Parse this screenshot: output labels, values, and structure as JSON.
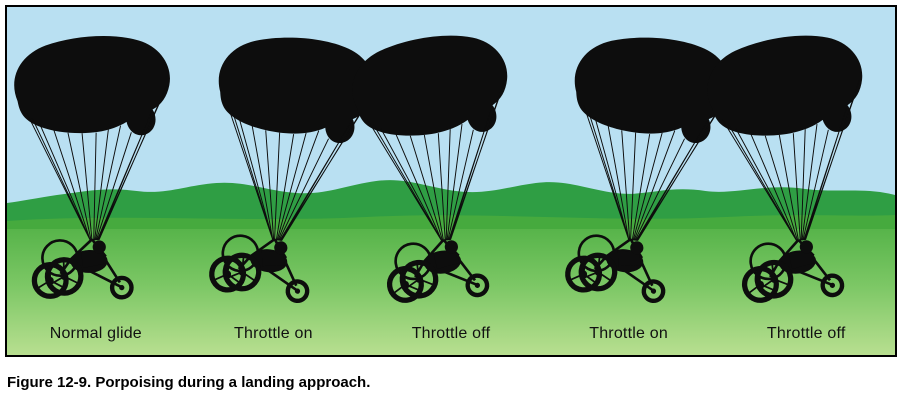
{
  "figure": {
    "caption": "Figure 12-9. Porpoising during a landing approach.",
    "panels": [
      {
        "label": "Normal glide"
      },
      {
        "label": "Throttle on"
      },
      {
        "label": "Throttle off"
      },
      {
        "label": "Throttle on"
      },
      {
        "label": "Throttle off"
      }
    ]
  },
  "icons": {
    "silhouette": "powered-parachute-silhouette"
  },
  "colors": {
    "sky": "#b9e0f2",
    "hill_dark": "#2f9e44",
    "hill_mid": "#49ab3e",
    "ground_top": "#57b44a",
    "ground_bottom": "#b8df90",
    "silhouette": "#0d0d0d",
    "border": "#000000",
    "label_text": "#111111",
    "caption_text": "#000000"
  }
}
